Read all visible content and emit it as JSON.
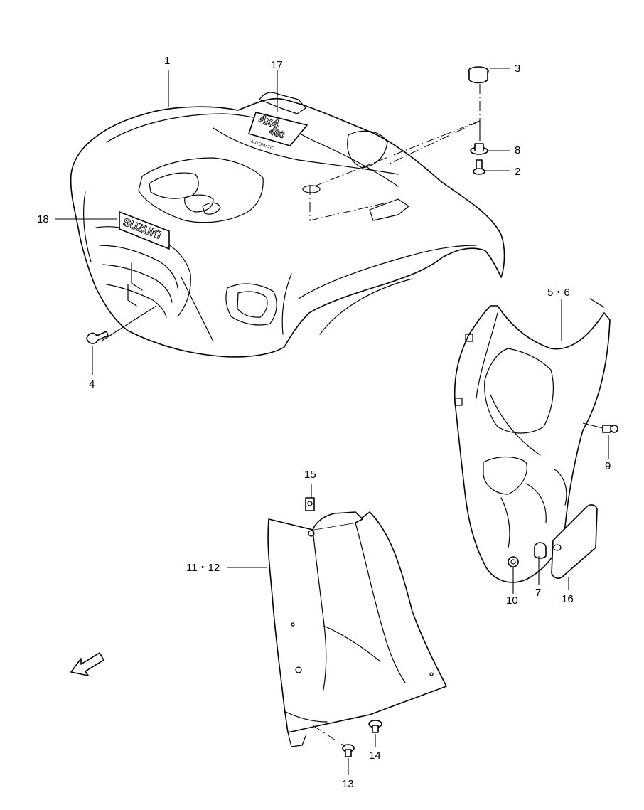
{
  "diagram": {
    "callouts": {
      "c1": "1",
      "c2": "2",
      "c3": "3",
      "c4": "4",
      "c5_6": "5・6",
      "c7": "7",
      "c8": "8",
      "c9": "9",
      "c10": "10",
      "c11_12": "11・12",
      "c13": "13",
      "c14": "14",
      "c15": "15",
      "c16": "16",
      "c17": "17",
      "c18": "18"
    },
    "emblems": {
      "brand": "SUZUKI",
      "model_top": "4x4",
      "model_mid": "400",
      "model_sub": "AUTOMATIC",
      "forward_arrow": "FWD"
    }
  }
}
